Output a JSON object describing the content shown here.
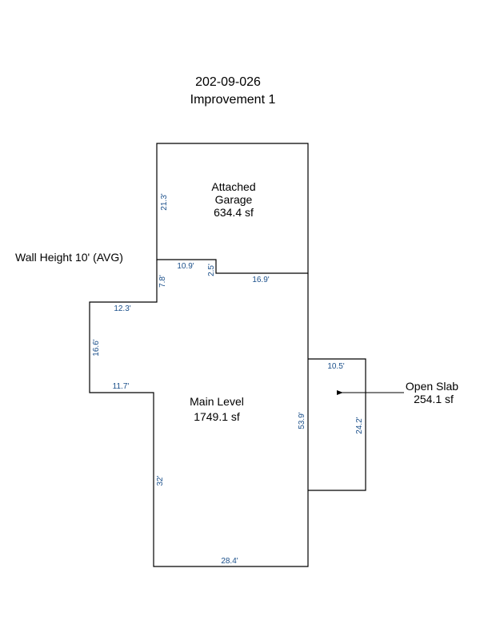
{
  "header": {
    "parcel_id": "202-09-026",
    "improvement": "Improvement 1"
  },
  "wall_height": "Wall Height 10' (AVG)",
  "areas": {
    "garage": {
      "line1": "Attached",
      "line2": "Garage",
      "area": "634.4 sf"
    },
    "main": {
      "name": "Main Level",
      "area": "1749.1 sf"
    },
    "slab": {
      "name": "Open Slab",
      "area": "254.1 sf"
    }
  },
  "dimensions": {
    "garage_left": "21.3'",
    "notch_top": "10.9'",
    "notch_side": "2.5'",
    "garage_bottom": "16.9'",
    "upper_left_vert": "7.8'",
    "bump_top": "12.3'",
    "bump_side": "16.6'",
    "bump_bottom": "11.7'",
    "main_left": "32'",
    "main_bottom": "28.4'",
    "main_right": "53.9'",
    "slab_top": "10.5'",
    "slab_right": "24.2'"
  },
  "colors": {
    "outline": "#000000",
    "dimension_text": "#1a4f8a"
  }
}
